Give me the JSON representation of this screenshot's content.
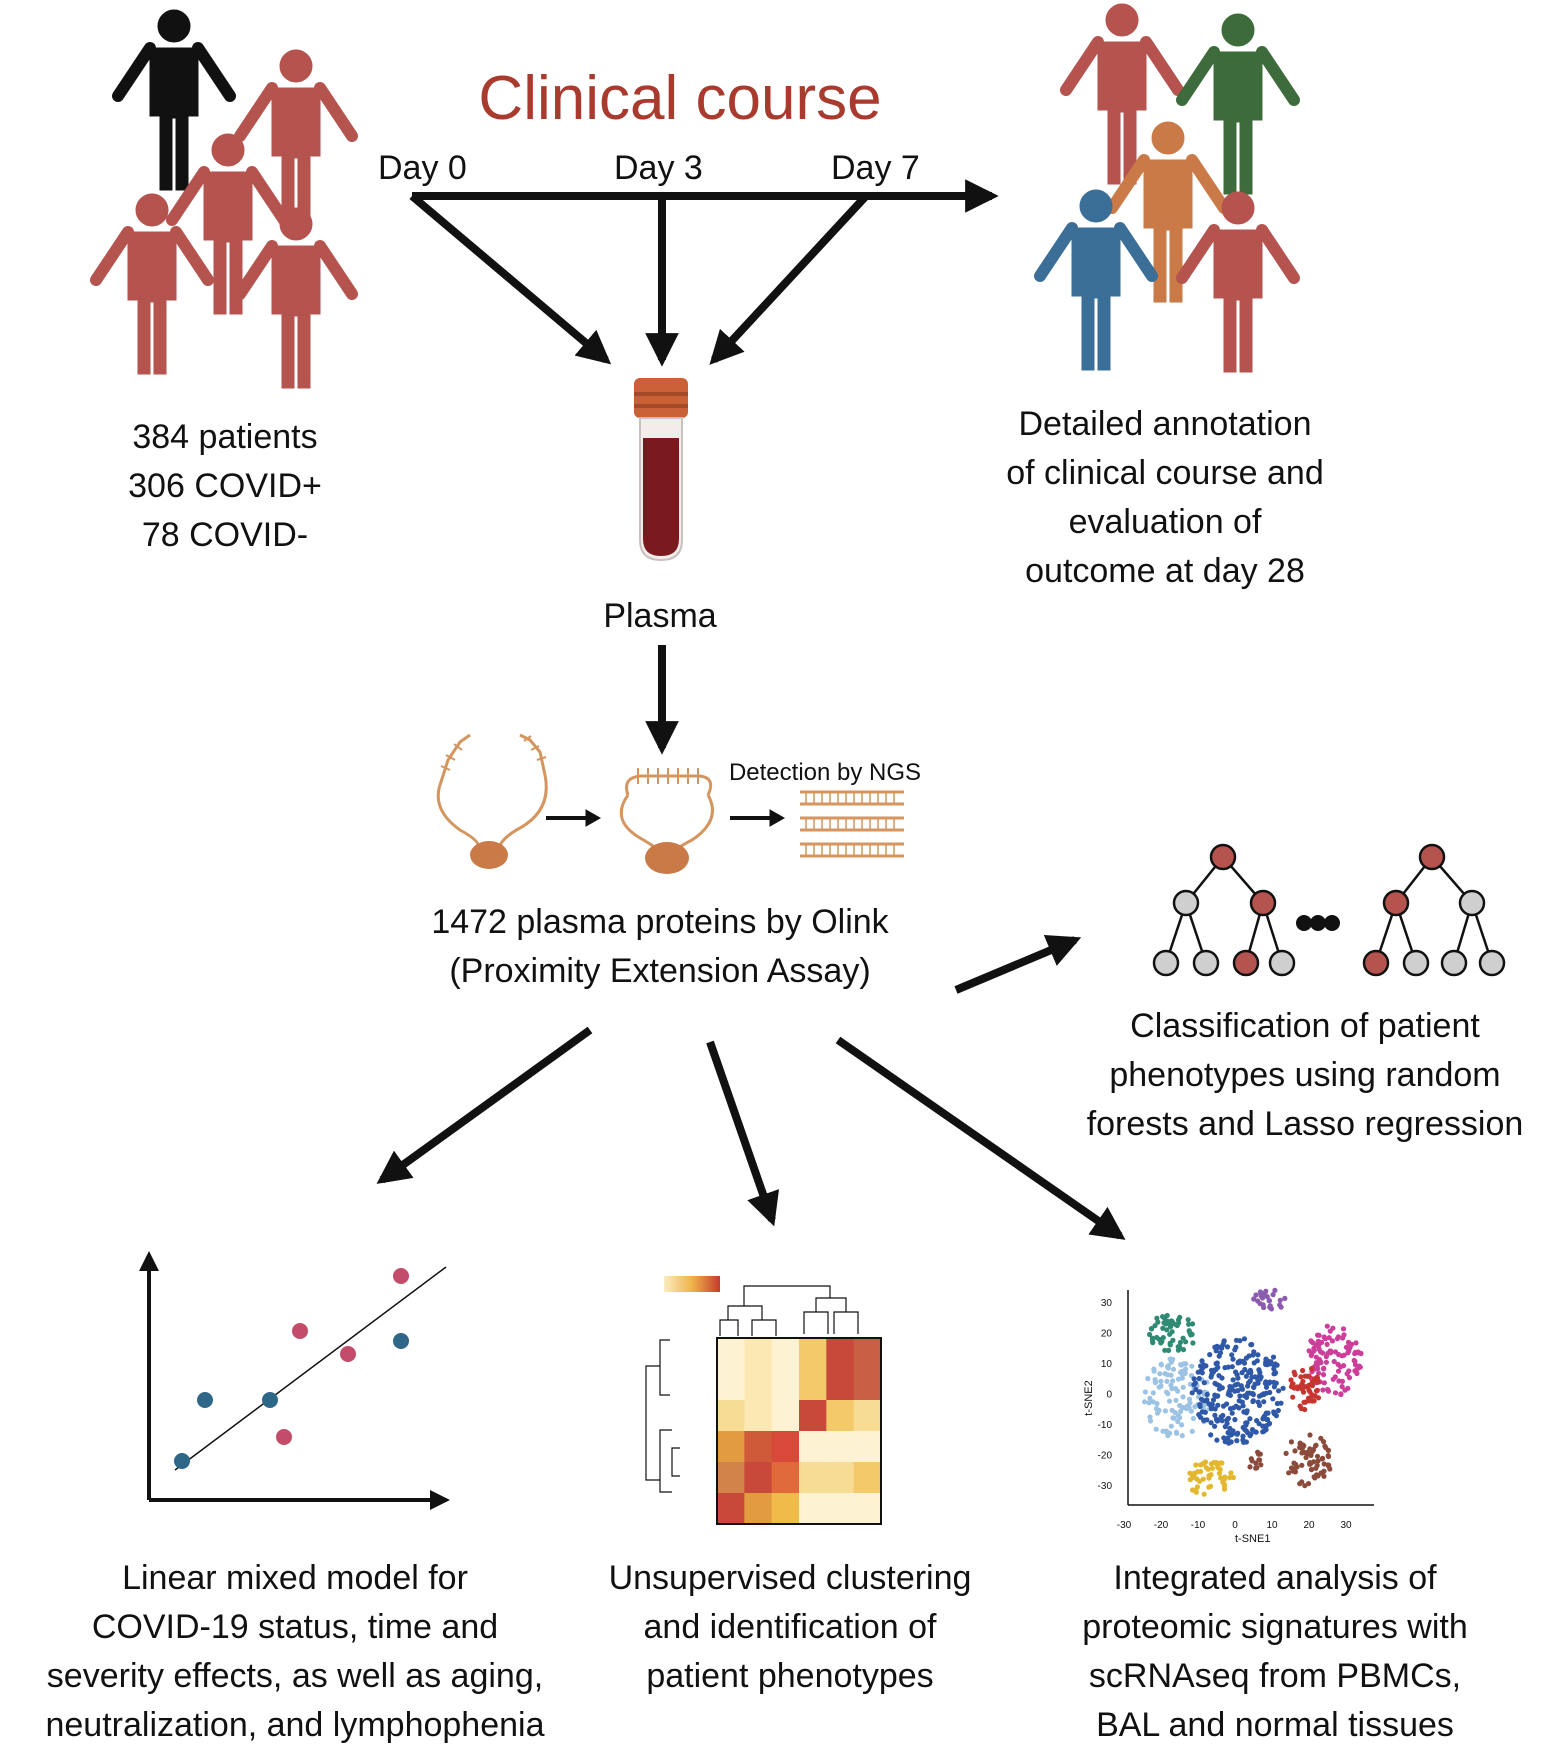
{
  "title": "Clinical course",
  "days": [
    "Day 0",
    "Day 3",
    "Day 7"
  ],
  "cohort": [
    "384 patients",
    "306 COVID+",
    "78 COVID-"
  ],
  "annotation": [
    "Detailed annotation",
    "of clinical course and",
    "evaluation of",
    "outcome at day 28"
  ],
  "sample_label": "Plasma",
  "assay_step_label": "Detection by NGS",
  "assay": [
    "1472 plasma proteins by Olink",
    "(Proximity Extension Assay)"
  ],
  "classification": [
    "Classification of patient",
    "phenotypes using random",
    "forests and Lasso regression"
  ],
  "lmm": [
    "Linear mixed model for",
    "COVID-19 status, time and",
    "severity effects, as well as aging,",
    "neutralization, and lymphophenia"
  ],
  "clustering": [
    "Unsupervised clustering",
    "and identification of",
    "patient phenotypes"
  ],
  "integrated": [
    "Integrated analysis of",
    "proteomic signatures with",
    "scRNAseq from PBMCs,",
    "BAL and normal tissues"
  ],
  "tsne": {
    "xlabel": "t-SNE1",
    "ylabel": "t-SNE2",
    "xticks": [
      "-30",
      "-20",
      "-10",
      "0",
      "10",
      "20",
      "30"
    ],
    "yticks": [
      "30",
      "20",
      "10",
      "0",
      "-10",
      "-20",
      "-30"
    ]
  },
  "colors": {
    "title": "#a93a2e",
    "patient_red": "#b5534f",
    "patient_black": "#111111",
    "patient_green": "#3e6b3b",
    "patient_orange": "#c97a47",
    "patient_blue": "#3b6f98",
    "blood": "#7a1a1f",
    "cap": "#c96036"
  }
}
